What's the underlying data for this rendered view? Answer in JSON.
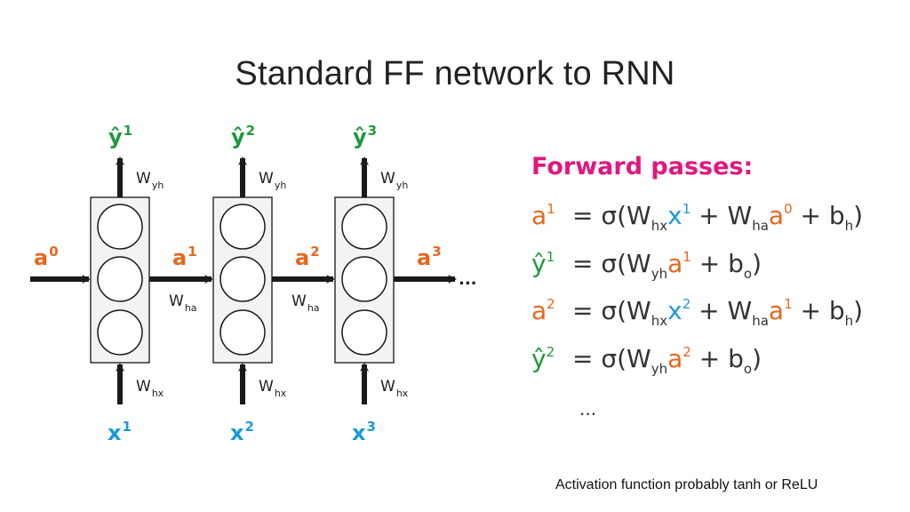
{
  "slide": {
    "title": "Standard FF network to RNN",
    "note": "Activation function probably tanh or ReLU"
  },
  "colors": {
    "hidden_state": "#e8661c",
    "input": "#1a9ad9",
    "output": "#1f9a3c",
    "heading": "#e0187e",
    "text": "#333333",
    "cell_fill": "#f3f3f3",
    "stroke": "#1a1a1a"
  },
  "diagram": {
    "initial_state": {
      "base": "a",
      "sup": "0"
    },
    "trailing": "...",
    "cells": [
      {
        "output": {
          "base": "ŷ",
          "sup": "1"
        },
        "input": {
          "base": "x",
          "sup": "1"
        },
        "state_out": {
          "base": "a",
          "sup": "1"
        },
        "w_out": {
          "base": "W",
          "sub": "yh"
        },
        "w_in": {
          "base": "W",
          "sub": "hx"
        },
        "w_rec": {
          "base": "W",
          "sub": "ha"
        },
        "units": 3
      },
      {
        "output": {
          "base": "ŷ",
          "sup": "2"
        },
        "input": {
          "base": "x",
          "sup": "2"
        },
        "state_out": {
          "base": "a",
          "sup": "2"
        },
        "w_out": {
          "base": "W",
          "sub": "yh"
        },
        "w_in": {
          "base": "W",
          "sub": "hx"
        },
        "w_rec": {
          "base": "W",
          "sub": "ha"
        },
        "units": 3
      },
      {
        "output": {
          "base": "ŷ",
          "sup": "3"
        },
        "input": {
          "base": "x",
          "sup": "3"
        },
        "state_out": {
          "base": "a",
          "sup": "3"
        },
        "w_out": {
          "base": "W",
          "sub": "yh"
        },
        "w_in": {
          "base": "W",
          "sub": "hx"
        },
        "w_rec": null,
        "units": 3
      }
    ]
  },
  "forward": {
    "heading": "Forward passes:",
    "equations": [
      {
        "lhs": {
          "base": "a",
          "sup": "1",
          "color": "orange"
        },
        "parts": [
          {
            "t": "= σ(W",
            "c": ""
          },
          {
            "t": "hx",
            "c": "",
            "sub": true
          },
          {
            "t": "x",
            "c": "blue"
          },
          {
            "t": "1",
            "c": "blue",
            "sup": true
          },
          {
            "t": " + W",
            "c": ""
          },
          {
            "t": "ha",
            "c": "",
            "sub": true
          },
          {
            "t": "a",
            "c": "orange"
          },
          {
            "t": "0",
            "c": "orange",
            "sup": true
          },
          {
            "t": " + b",
            "c": ""
          },
          {
            "t": "h",
            "c": "",
            "sub": true
          },
          {
            "t": ")",
            "c": ""
          }
        ]
      },
      {
        "lhs": {
          "base": "ŷ",
          "sup": "1",
          "color": "green"
        },
        "parts": [
          {
            "t": "= σ(W",
            "c": ""
          },
          {
            "t": "yh",
            "c": "",
            "sub": true
          },
          {
            "t": "a",
            "c": "orange"
          },
          {
            "t": "1",
            "c": "orange",
            "sup": true
          },
          {
            "t": " + b",
            "c": ""
          },
          {
            "t": "o",
            "c": "",
            "sub": true
          },
          {
            "t": ")",
            "c": ""
          }
        ]
      },
      {
        "lhs": {
          "base": "a",
          "sup": "2",
          "color": "orange"
        },
        "parts": [
          {
            "t": "= σ(W",
            "c": ""
          },
          {
            "t": "hx",
            "c": "",
            "sub": true
          },
          {
            "t": "x",
            "c": "blue"
          },
          {
            "t": "2",
            "c": "blue",
            "sup": true
          },
          {
            "t": " + W",
            "c": ""
          },
          {
            "t": "ha",
            "c": "",
            "sub": true
          },
          {
            "t": "a",
            "c": "orange"
          },
          {
            "t": "1",
            "c": "orange",
            "sup": true
          },
          {
            "t": " + b",
            "c": ""
          },
          {
            "t": "h",
            "c": "",
            "sub": true
          },
          {
            "t": ")",
            "c": ""
          }
        ]
      },
      {
        "lhs": {
          "base": "ŷ",
          "sup": "2",
          "color": "green"
        },
        "parts": [
          {
            "t": "= σ(W",
            "c": ""
          },
          {
            "t": "yh",
            "c": "",
            "sub": true
          },
          {
            "t": "a",
            "c": "orange"
          },
          {
            "t": "2",
            "c": "orange",
            "sup": true
          },
          {
            "t": " + b",
            "c": ""
          },
          {
            "t": "o",
            "c": "",
            "sub": true
          },
          {
            "t": ")",
            "c": ""
          }
        ]
      }
    ],
    "continuation": "..."
  }
}
